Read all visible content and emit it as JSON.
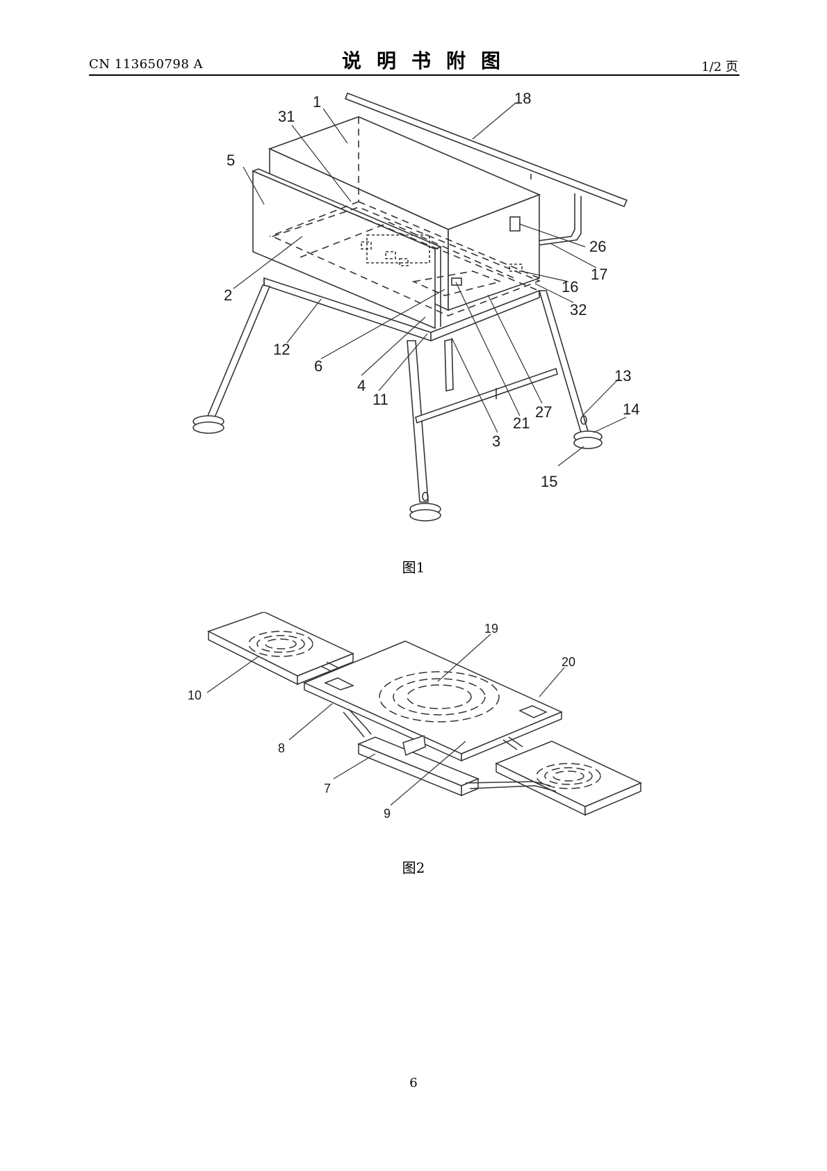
{
  "header": {
    "publication_number": "CN 113650798 A",
    "section_title": "说明书附图",
    "page_indicator": "1/2 页"
  },
  "figure1": {
    "caption": "图1",
    "labels": {
      "l1": "1",
      "l2": "2",
      "l3": "3",
      "l4": "4",
      "l5": "5",
      "l6": "6",
      "l11": "11",
      "l12": "12",
      "l13": "13",
      "l14": "14",
      "l15": "15",
      "l16": "16",
      "l17": "17",
      "l18": "18",
      "l21": "21",
      "l26": "26",
      "l27": "27",
      "l31": "31",
      "l32": "32"
    }
  },
  "figure2": {
    "caption": "图2",
    "labels": {
      "l7": "7",
      "l8": "8",
      "l9": "9",
      "l10": "10",
      "l19": "19",
      "l20": "20"
    }
  },
  "footer": {
    "page_number": "6"
  }
}
